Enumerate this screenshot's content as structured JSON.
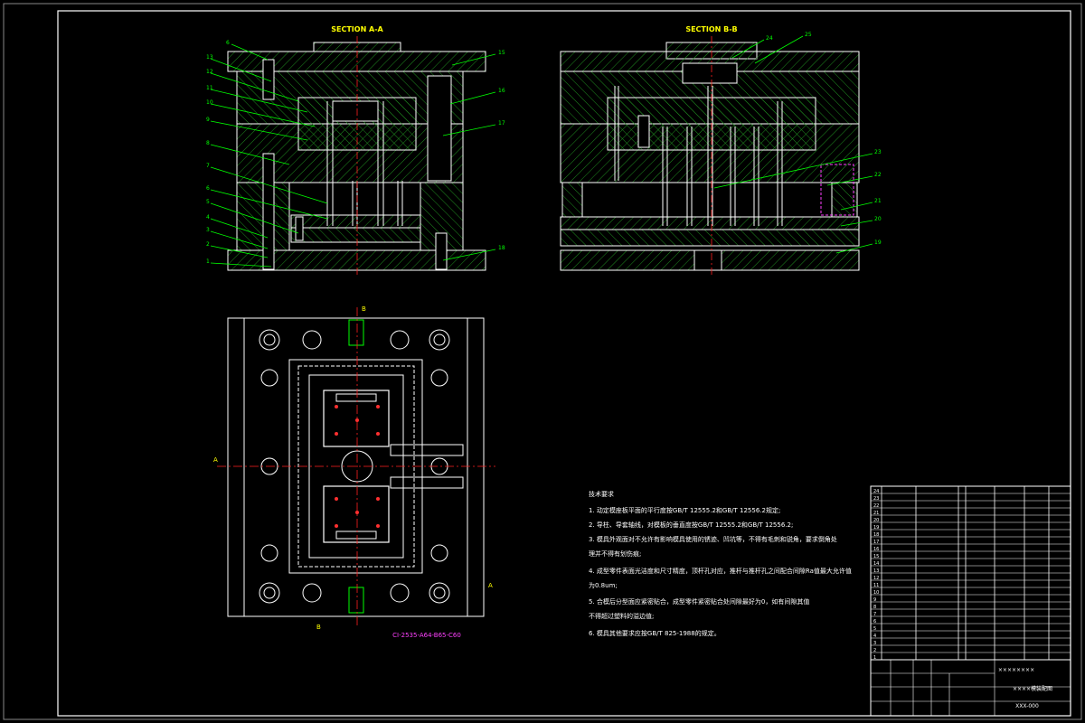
{
  "colors": {
    "background": "#000000",
    "frame": "#ffffff",
    "outline": "#ffffff",
    "hatch": "#1f8a1f",
    "leader": "#00ff00",
    "centerline": "#ff2020",
    "title_text": "#ffff00",
    "hidden_part": "#ff40ff",
    "drawing_no": "#ff40ff"
  },
  "section_aa": {
    "title": "SECTION A-A",
    "left_labels": [
      "6",
      "13",
      "12",
      "11",
      "10",
      "9",
      "8",
      "7",
      "6",
      "5",
      "4",
      "3",
      "2",
      "1"
    ],
    "right_labels": [
      "15",
      "16",
      "17",
      "18"
    ]
  },
  "section_bb": {
    "title": "SECTION B-B",
    "top_labels": [
      "24",
      "25"
    ],
    "right_labels": [
      "23",
      "22",
      "21",
      "20",
      "19"
    ]
  },
  "plan_view": {
    "marks": {
      "b_top": "B",
      "b_bottom": "B",
      "a_left": "A",
      "a_right": "A"
    },
    "drawing_no": "CI-2535-A64-B65-C60"
  },
  "tech_req": {
    "heading": "技术要求",
    "items": [
      "1. 动定模座板平面的平行度按GB/T 12555.2和GB/T 12556.2规定;",
      "2. 导柱、导套轴线，对模板的垂直度按GB/T 12555.2和GB/T 12556.2;",
      "3. 模具外观面对不允许有影响模具使用的锈迹、凹坑等，不得有毛刺和锐角，要求倒角处",
      "   理并不得有划伤痕;",
      "4. 成型零件表面光洁度和尺寸精度，顶杆孔对应，推杆与推杆孔之间配合间隙Ra值最大允许值",
      "   为0.8um;",
      "5. 合模后分型面应紧密贴合，成型零件紧密贴合处间隙最好为0，如有间隙其值",
      "   不得超过塑料的溢边值;",
      "6. 模具其他要求应按GB/T 825-1988的规定。"
    ]
  },
  "bom": {
    "numbers": [
      "24",
      "23",
      "22",
      "21",
      "20",
      "19",
      "18",
      "17",
      "16",
      "15",
      "14",
      "13",
      "12",
      "11",
      "10",
      "9",
      "8",
      "7",
      "6",
      "5",
      "4",
      "3",
      "2",
      "1"
    ]
  },
  "title_block": {
    "company": "××××××××",
    "drawing_name": "××××模装配图",
    "code": "XXX-000"
  }
}
